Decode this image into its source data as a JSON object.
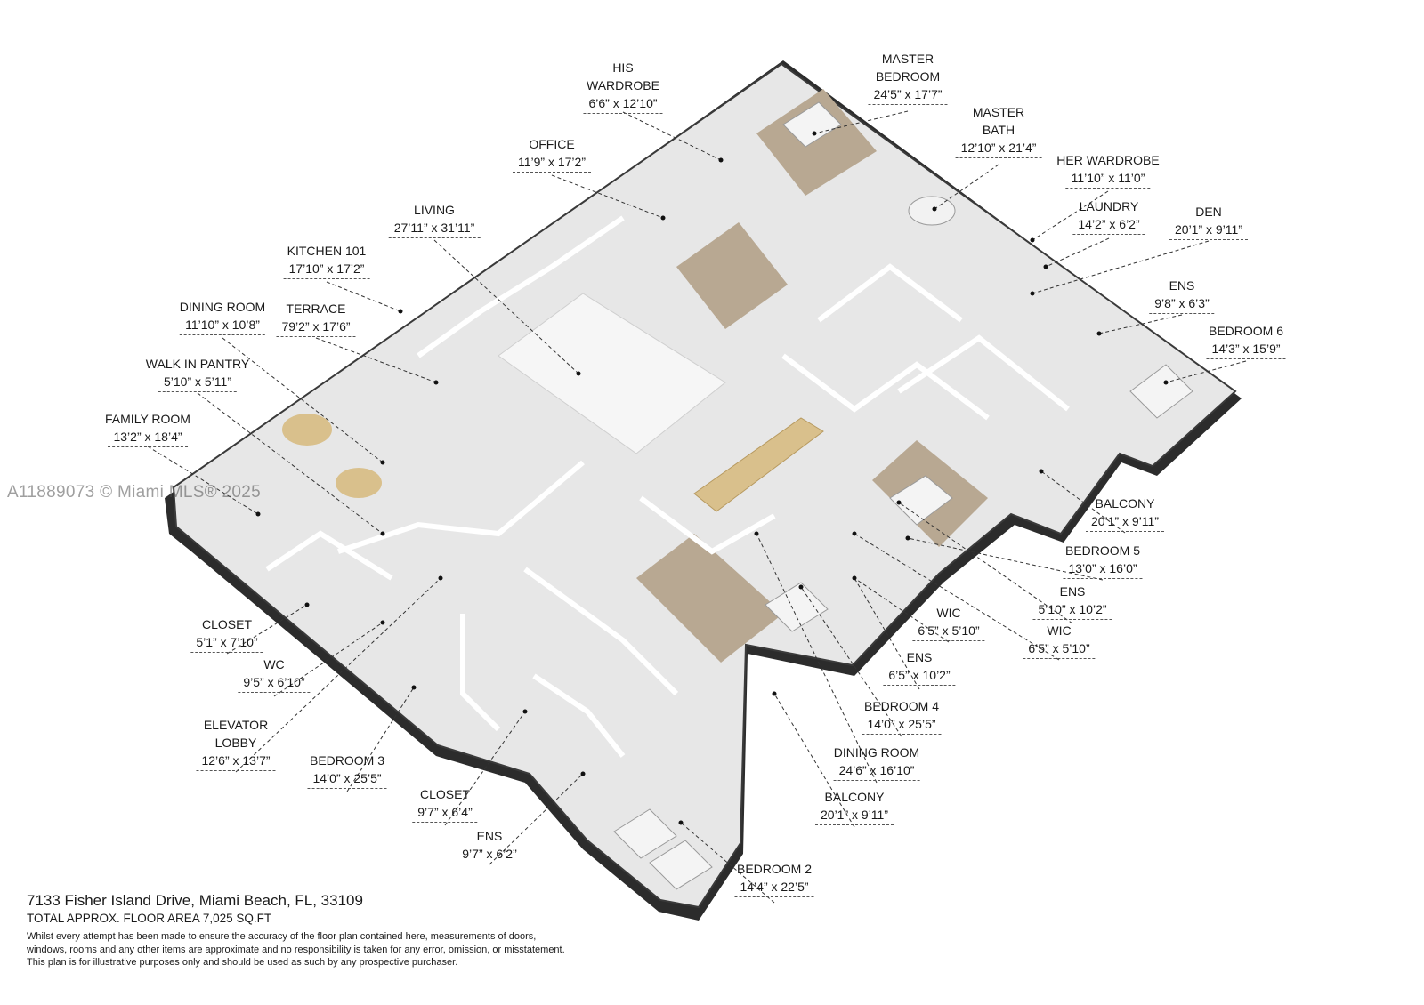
{
  "watermark": "A11889073 © Miami MLS® 2025",
  "rooms": [
    {
      "id": "his-wardrobe",
      "lines": [
        "HIS",
        "WARDROBE"
      ],
      "dim": "6’6” x 12’10”"
    },
    {
      "id": "master-bedroom",
      "lines": [
        "MASTER",
        "BEDROOM"
      ],
      "dim": "24’5” x 17’7”"
    },
    {
      "id": "master-bath",
      "lines": [
        "MASTER",
        "BATH"
      ],
      "dim": "12’10” x 21’4”"
    },
    {
      "id": "her-wardrobe",
      "lines": [
        "HER WARDROBE"
      ],
      "dim": "11’10” x 11’0”"
    },
    {
      "id": "office",
      "lines": [
        "OFFICE"
      ],
      "dim": "11’9” x 17’2”"
    },
    {
      "id": "laundry",
      "lines": [
        "LAUNDRY"
      ],
      "dim": "14’2” x 6’2”"
    },
    {
      "id": "den",
      "lines": [
        "DEN"
      ],
      "dim": "20’1” x 9’11”"
    },
    {
      "id": "living",
      "lines": [
        "LIVING"
      ],
      "dim": "27’11” x 31’11”"
    },
    {
      "id": "kitchen",
      "lines": [
        "KITCHEN 101"
      ],
      "dim": "17’10” x 17’2”"
    },
    {
      "id": "ens-top",
      "lines": [
        "ENS"
      ],
      "dim": "9’8” x 6’3”"
    },
    {
      "id": "dining-room-top",
      "lines": [
        "DINING ROOM"
      ],
      "dim": "11’10” x 10’8”"
    },
    {
      "id": "terrace",
      "lines": [
        "TERRACE"
      ],
      "dim": "79’2” x 17’6”"
    },
    {
      "id": "bedroom-6",
      "lines": [
        "BEDROOM 6"
      ],
      "dim": "14’3” x 15’9”"
    },
    {
      "id": "walk-in-pantry",
      "lines": [
        "WALK IN PANTRY"
      ],
      "dim": "5’10” x 5’11”"
    },
    {
      "id": "family-room",
      "lines": [
        "FAMILY ROOM"
      ],
      "dim": "13’2” x 18’4”"
    },
    {
      "id": "balcony-right",
      "lines": [
        "BALCONY"
      ],
      "dim": "20’1” x 9’11”"
    },
    {
      "id": "bedroom-5",
      "lines": [
        "BEDROOM 5"
      ],
      "dim": "13’0” x 16’0”"
    },
    {
      "id": "ens-mid",
      "lines": [
        "ENS"
      ],
      "dim": "5’10” x 10’2”"
    },
    {
      "id": "wic-1",
      "lines": [
        "WIC"
      ],
      "dim": "6’5” x 5’10”"
    },
    {
      "id": "wic-2",
      "lines": [
        "WIC"
      ],
      "dim": "6’5” x 5’10”"
    },
    {
      "id": "closet-left",
      "lines": [
        "CLOSET"
      ],
      "dim": "5’1” x 7’10”"
    },
    {
      "id": "wc",
      "lines": [
        "WC"
      ],
      "dim": "9’5” x 6’10”"
    },
    {
      "id": "ens-lower",
      "lines": [
        "ENS"
      ],
      "dim": "6’5” x 10’2”"
    },
    {
      "id": "bedroom-4",
      "lines": [
        "BEDROOM 4"
      ],
      "dim": "14’0” x 25’5”"
    },
    {
      "id": "elevator-lobby",
      "lines": [
        "ELEVATOR",
        "LOBBY"
      ],
      "dim": "12’6” x 13’7”"
    },
    {
      "id": "bedroom-3",
      "lines": [
        "BEDROOM 3"
      ],
      "dim": "14’0” x 25’5”"
    },
    {
      "id": "dining-room-main",
      "lines": [
        "DINING ROOM"
      ],
      "dim": "24’6” x 16’10”"
    },
    {
      "id": "balcony-bottom",
      "lines": [
        "BALCONY"
      ],
      "dim": "20’1” x 9’11”"
    },
    {
      "id": "closet-bottom",
      "lines": [
        "CLOSET"
      ],
      "dim": "9’7” x 6’4”"
    },
    {
      "id": "ens-bottom",
      "lines": [
        "ENS"
      ],
      "dim": "9’7” x 6’2”"
    },
    {
      "id": "bedroom-2",
      "lines": [
        "BEDROOM 2"
      ],
      "dim": "14’4” x 22’5”"
    }
  ],
  "footer": {
    "address": "7133 Fisher Island Drive, Miami Beach, FL, 33109",
    "area": "TOTAL APPROX. FLOOR AREA 7,025 SQ.FT",
    "disclaimer": [
      "Whilst every attempt has been made to ensure the accuracy of the floor plan contained here, measurements of doors,",
      "windows, rooms and any other items are approximate and no responsibility is taken for any error, omission, or misstatement.",
      "This plan is for illustrative purposes only and should be used as such by any prospective purchaser."
    ]
  }
}
